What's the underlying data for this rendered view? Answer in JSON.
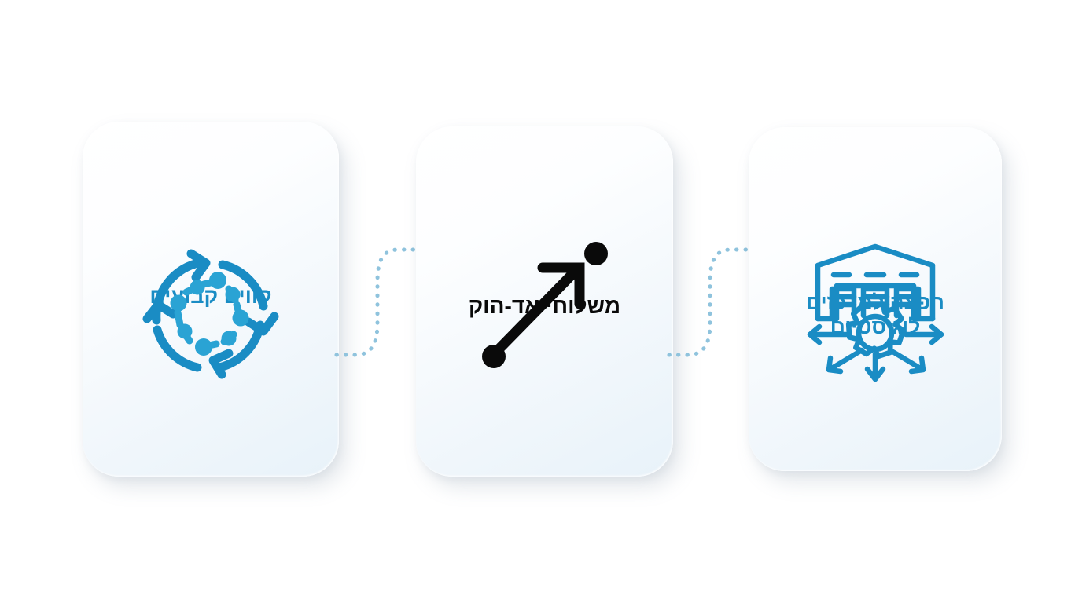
{
  "page": {
    "background_color": "#ffffff",
    "accent_color": "#1a8cc4",
    "dot_color": "#8fc3dd",
    "dark_color": "#0a0a0a",
    "direction": "rtl",
    "language": "he"
  },
  "cards": [
    {
      "id": "fixed-lines",
      "title": "קווים קבועים",
      "title_color": "#1a8cc4",
      "icon": "circular-arrows-network-icon",
      "icon_color": "#1a8cc4"
    },
    {
      "id": "ad-hoc-shipments",
      "title": "משלוחי אד-הוק",
      "title_color": "#0a0a0a",
      "icon": "diagonal-arrow-points-icon",
      "icon_color": "#0a0a0a"
    },
    {
      "id": "logistics-center-distribution",
      "title": "הפצה למרכזים\nלוגיסטיים",
      "title_color": "#1a8cc4",
      "icon": "warehouse-gear-distribution-icon",
      "icon_color": "#1a8cc4"
    }
  ],
  "connectors": [
    {
      "id": "connector-card1-card2",
      "style": "dotted-s-curve",
      "color": "#8fc3dd"
    },
    {
      "id": "connector-card2-card3",
      "style": "dotted-s-curve",
      "color": "#8fc3dd"
    }
  ]
}
